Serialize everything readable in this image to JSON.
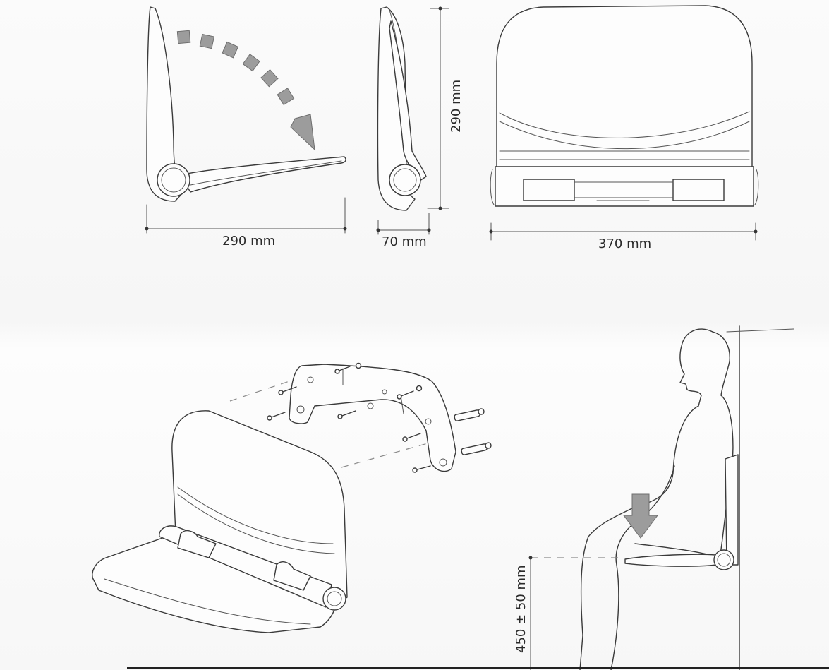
{
  "diagram": {
    "dimensions": {
      "fold_depth": "290 mm",
      "folded_depth": "70 mm",
      "height": "290 mm",
      "width": "370 mm",
      "seat_height": "450 ± 50 mm"
    },
    "colors": {
      "ink": "#3a3a3a",
      "arrow_grey": "#9c9c9c",
      "paper": "#fcfcfc"
    }
  }
}
